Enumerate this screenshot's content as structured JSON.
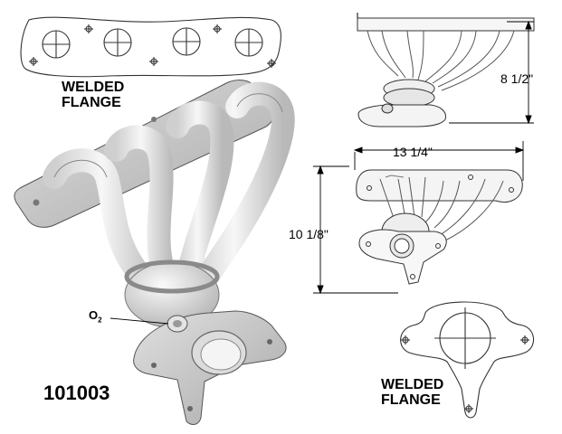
{
  "part_number": "101003",
  "labels": {
    "top_flange": [
      "WELDED",
      "FLANGE"
    ],
    "bottom_flange": [
      "WELDED",
      "FLANGE"
    ],
    "sensor_main": "O",
    "sensor_sub": "2"
  },
  "dimensions": {
    "height": "8 1/2\"",
    "width": "13 1/4\"",
    "depth": "10 1/8\""
  },
  "colors": {
    "line": "#333333",
    "metal_light": "#f2f2f2",
    "metal_dark": "#a8a8a8",
    "flange": "#c7c7c7"
  }
}
